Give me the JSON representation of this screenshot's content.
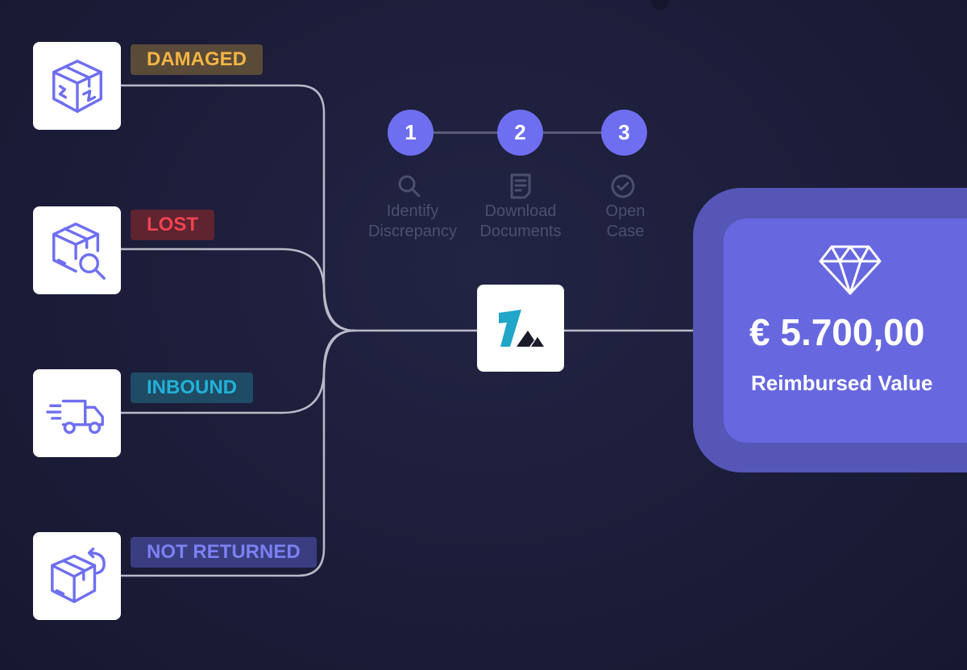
{
  "categories": [
    {
      "label": "DAMAGED",
      "icon": "damaged-box-icon",
      "color": "#f2b544"
    },
    {
      "label": "LOST",
      "icon": "box-search-icon",
      "color": "#f0434f"
    },
    {
      "label": "INBOUND",
      "icon": "delivery-truck-icon",
      "color": "#22b2d8"
    },
    {
      "label": "NOT RETURNED",
      "icon": "box-return-icon",
      "color": "#7b80f2"
    }
  ],
  "steps": [
    {
      "number": "1",
      "line1": "Identify",
      "line2": "Discrepancy",
      "icon": "search-icon"
    },
    {
      "number": "2",
      "line1": "Download",
      "line2": "Documents",
      "icon": "document-icon"
    },
    {
      "number": "3",
      "line1": "Open",
      "line2": "Case",
      "icon": "check-circle-icon"
    }
  ],
  "logo": {
    "icon": "brand-logo-icon"
  },
  "result": {
    "amount": "€ 5.700,00",
    "label": "Reimbursed Value",
    "icon": "diamond-icon"
  },
  "colors": {
    "background": "#1c1d3a",
    "accent": "#6e6ff0",
    "connector": "#b9bac8",
    "panel_outer": "#5556b6",
    "panel_inner": "#6768e0"
  }
}
